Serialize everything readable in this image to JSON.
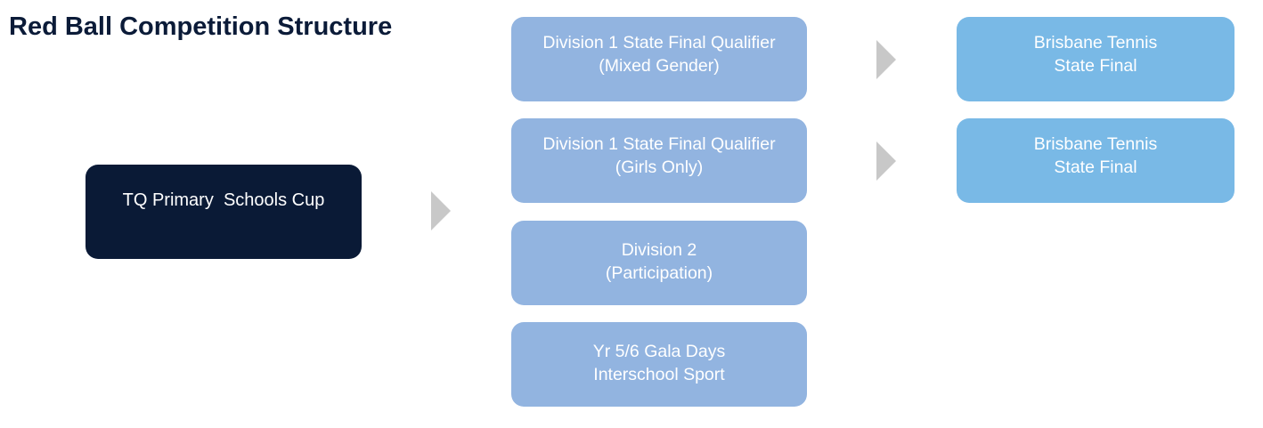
{
  "title": "Red Ball Competition Structure",
  "root": {
    "label": "TQ Primary  Schools Cup"
  },
  "divisions": [
    {
      "line1": "Division 1 State Final Qualifier",
      "line2": "(Mixed Gender)"
    },
    {
      "line1": "Division 1 State Final Qualifier",
      "line2": "(Girls Only)"
    },
    {
      "line1": "Division 2",
      "line2": "(Participation)"
    },
    {
      "line1": "Yr 5/6 Gala Days",
      "line2": "Interschool Sport"
    }
  ],
  "finals": [
    {
      "line1": "Brisbane Tennis",
      "line2": "State Final"
    },
    {
      "line1": "Brisbane Tennis",
      "line2": "State Final"
    }
  ]
}
